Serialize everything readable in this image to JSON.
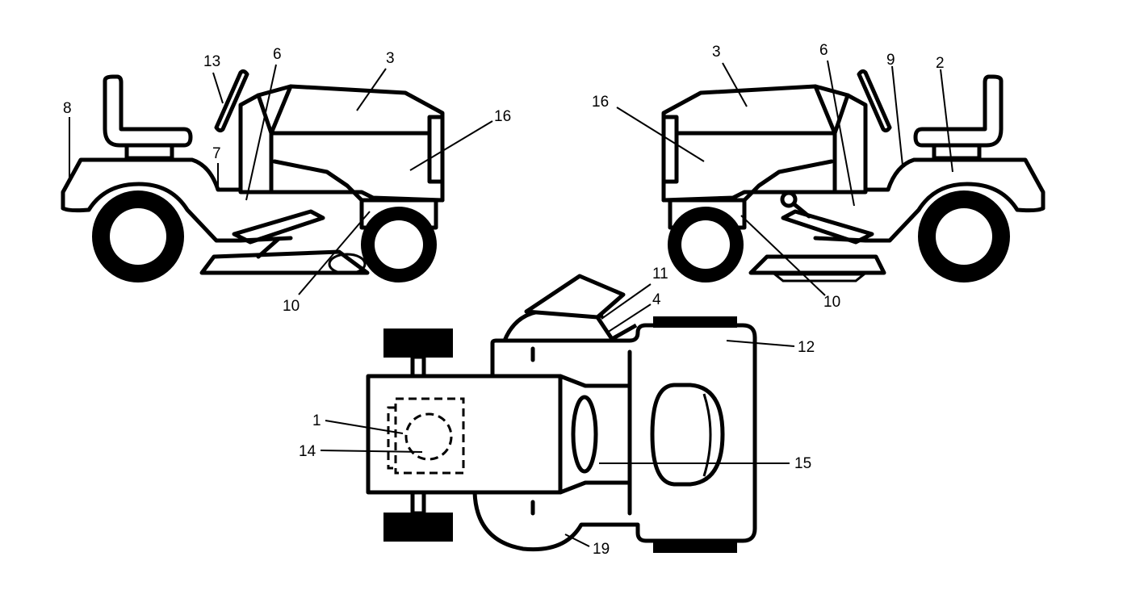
{
  "callouts": {
    "left_view": {
      "c8": "8",
      "c13": "13",
      "c6": "6",
      "c3": "3",
      "c16": "16",
      "c7": "7",
      "c10": "10"
    },
    "right_view": {
      "c3": "3",
      "c6": "6",
      "c9": "9",
      "c2": "2",
      "c16": "16",
      "c10": "10"
    },
    "top_view": {
      "c11": "11",
      "c4": "4",
      "c12": "12",
      "c1": "1",
      "c14": "14",
      "c15": "15",
      "c19": "19"
    }
  }
}
